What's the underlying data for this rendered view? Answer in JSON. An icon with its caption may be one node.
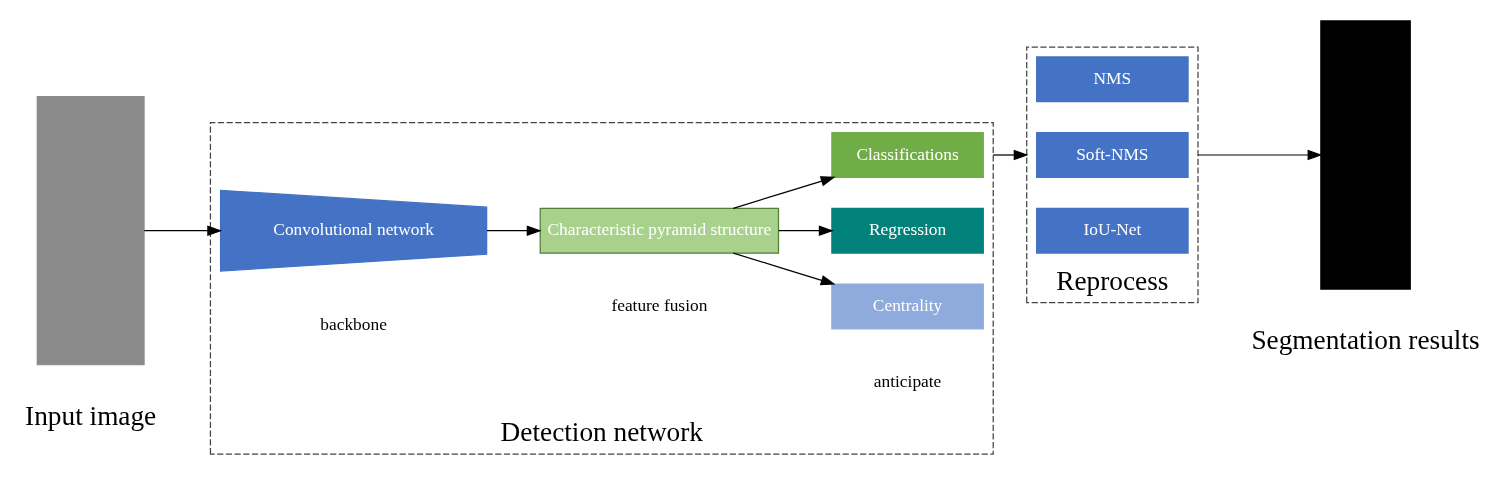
{
  "diagram": {
    "nodes": [
      {
        "text": [],
        "shape": "box",
        "beside": [
          "Input image"
        ]
      },
      {
        "text": [
          "Detection network"
        ]
      },
      {
        "text": [
          "Convolutional network"
        ],
        "in": 1,
        "beside": [
          "backbone"
        ]
      },
      {
        "text": [
          "Characteristic pyramid structure"
        ],
        "in": 1,
        "beside": [
          "feature fusion"
        ]
      },
      {
        "text": [
          "Classifications"
        ],
        "in": 1
      },
      {
        "text": [
          "Regression"
        ],
        "in": 1
      },
      {
        "text": [
          "Centrality"
        ],
        "in": 1
      },
      {
        "text": [
          "Reprocess"
        ]
      },
      {
        "text": [
          "NMS"
        ],
        "in": 7
      },
      {
        "text": [
          "Soft-NMS"
        ],
        "in": 7
      },
      {
        "text": [
          "IoU-Net"
        ],
        "in": 7
      },
      {
        "text": [],
        "shape": "box",
        "beside": [
          "Segmentation results"
        ]
      }
    ],
    "edges": [
      {
        "from": 0,
        "to": 2,
        "arrow": "to"
      },
      {
        "from": 2,
        "to": 3,
        "arrow": "to"
      },
      {
        "from": 3,
        "to": 4,
        "arrow": "to"
      },
      {
        "from": 3,
        "to": 5,
        "arrow": "to"
      },
      {
        "from": 3,
        "to": 6,
        "arrow": "to"
      },
      {
        "from": 1,
        "to": 7,
        "arrow": "to"
      },
      {
        "from": 7,
        "to": 11,
        "arrow": "to"
      }
    ],
    "labels": [
      "anticipate"
    ]
  }
}
